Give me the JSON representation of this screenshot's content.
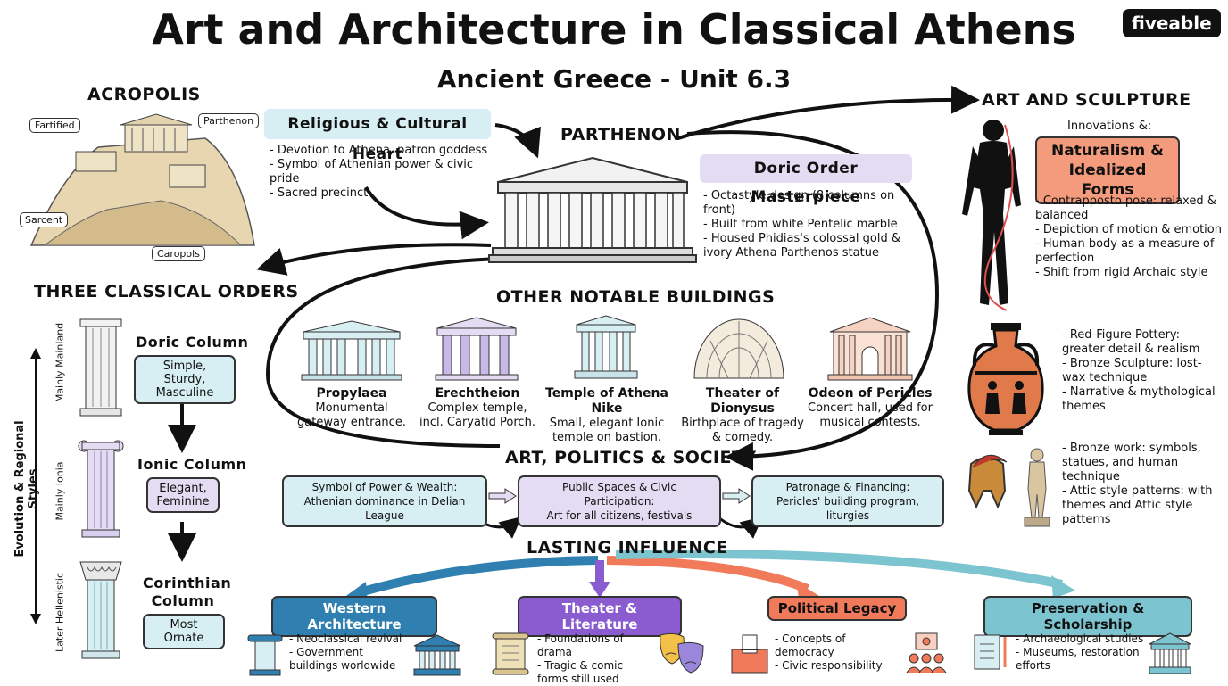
{
  "title": "Art and Architecture in Classical Athens",
  "subtitle": "Ancient Greece - Unit 6.3",
  "brand": "fiveable",
  "acropolis": {
    "heading": "ACROPOLIS",
    "labels": [
      "Fartified",
      "Parthenon",
      "Sarcent",
      "Caropols"
    ]
  },
  "religious": {
    "heading": "Religious & Cultural Heart",
    "bullets": [
      "Devotion to Athena, patron goddess",
      "Symbol of Athenian power & civic pride",
      "Sacred precinct"
    ]
  },
  "parthenon": {
    "heading": "PARTHENON",
    "box": "Doric Order Masterpiece",
    "bullets": [
      "Octastyle design (8 columns on front)",
      "Built from white Pentelic marble",
      "Housed Phidias's colossal gold & ivory Athena Parthenos statue"
    ]
  },
  "orders": {
    "heading": "THREE CLASSICAL ORDERS",
    "side_label": "Evolution & Regional Styles",
    "items": [
      {
        "region": "Mainly Mainland",
        "name": "Doric Column",
        "desc": "Simple, Sturdy, Masculine"
      },
      {
        "region": "Mainly Ionia",
        "name": "Ionic Column",
        "desc": "Elegant, Feminine"
      },
      {
        "region": "Later Hellenistic",
        "name": "Corinthian Column",
        "desc": "Most Ornate"
      }
    ]
  },
  "buildings": {
    "heading": "OTHER NOTABLE BUILDINGS",
    "items": [
      {
        "name": "Propylaea",
        "desc": "Monumental gateway entrance."
      },
      {
        "name": "Erechtheion",
        "desc": "Complex temple, incl. Caryatid Porch."
      },
      {
        "name": "Temple of Athena Nike",
        "desc": "Small, elegant Ionic temple on bastion."
      },
      {
        "name": "Theater of Dionysus",
        "desc": "Birthplace of tragedy & comedy."
      },
      {
        "name": "Odeon of Pericles",
        "desc": "Concert hall, used for musical contests."
      }
    ]
  },
  "society": {
    "heading": "ART, POLITICS & SOCIETY",
    "boxes": [
      {
        "title": "Symbol of Power & Wealth:",
        "text": "Athenian dominance in Delian League"
      },
      {
        "title": "Public Spaces & Civic Participation:",
        "text": "Art for all citizens, festivals"
      },
      {
        "title": "Patronage & Financing:",
        "text": "Pericles' building program, liturgies"
      }
    ]
  },
  "influence": {
    "heading": "LASTING INFLUENCE",
    "items": [
      {
        "title": "Western Architecture",
        "bullets": [
          "Neoclassical revival",
          "Government buildings worldwide"
        ],
        "color": "#2f7fb0"
      },
      {
        "title": "Theater & Literature",
        "bullets": [
          "Foundations of drama",
          "Tragic & comic forms still used"
        ],
        "color": "#8a5cd0"
      },
      {
        "title": "Political Legacy",
        "bullets": [
          "Concepts of democracy",
          "Civic responsibility"
        ],
        "color": "#f07a5a"
      },
      {
        "title": "Preservation & Scholarship",
        "bullets": [
          "Archaeological studies",
          "Museums, restoration efforts"
        ],
        "color": "#7cc4d0"
      }
    ]
  },
  "art": {
    "heading": "ART AND SCULPTURE",
    "intro": "Innovations &:",
    "box": "Naturalism & Idealized Forms",
    "bullets": [
      "Contrapposto pose: relaxed & balanced",
      "Depiction of motion & emotion",
      "Human body as a measure of perfection",
      "Shift from rigid Archaic style"
    ],
    "pottery": [
      "Red-Figure Pottery: greater detail & realism",
      "Bronze Sculpture: lost-wax technique",
      "Narrative & mythological themes"
    ],
    "bronze": [
      "Bronze work: symbols, statues, and human technique",
      "Attic style patterns: with themes and Attic style patterns"
    ]
  },
  "colors": {
    "blue_box": "#d7eef2",
    "purple_box": "#e4dcf3",
    "orange_box": "#f39b7c",
    "dark": "#1a1a1a"
  }
}
